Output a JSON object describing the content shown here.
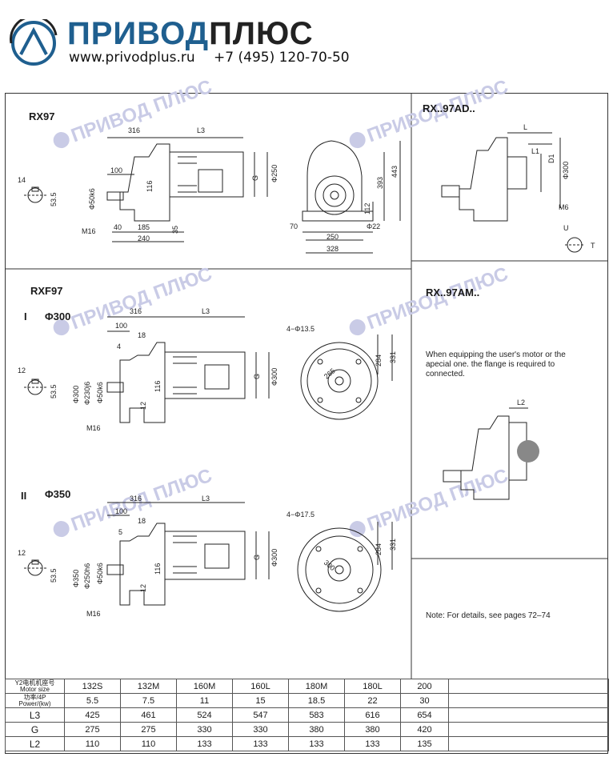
{
  "header": {
    "brand_part1": "ПРИВОД",
    "brand_part2": "ПЛЮС",
    "website": "www.privodplus.ru",
    "phone": "+7 (495) 120-70-50"
  },
  "watermark": "ПРИВОД ПЛЮС",
  "sections": {
    "rx97": {
      "title": "RX97"
    },
    "rx97ad": {
      "title": "RX..97AD.."
    },
    "rxf97": {
      "title": "RXF97",
      "variant1": "I",
      "variant1_flange": "Φ300",
      "variant2": "II",
      "variant2_flange": "Φ350"
    },
    "rx97am": {
      "title": "RX..97AM..",
      "note": "When equipping the user's motor or the apecial one. the flange is required to connected."
    },
    "footnote": "Note: For details, see pages 72–74"
  },
  "dims": {
    "rx97": [
      "316",
      "L3",
      "100",
      "Φ50k6",
      "116",
      "G",
      "Φ250",
      "40",
      "185",
      "240",
      "35",
      "M16",
      "14",
      "53.5",
      "443",
      "393",
      "112",
      "70",
      "Φ22",
      "250",
      "328"
    ],
    "rxf97_1": [
      "316",
      "L3",
      "100",
      "18",
      "4",
      "Φ300",
      "Φ230j6",
      "Φ50k6",
      "116",
      "12",
      "G",
      "Φ300",
      "M16",
      "12",
      "53.5",
      "4−Φ13.5",
      "265",
      "284",
      "331"
    ],
    "rxf97_2": [
      "316",
      "L3",
      "100",
      "18",
      "5",
      "Φ350",
      "Φ250h6",
      "Φ50k6",
      "116",
      "12",
      "G",
      "Φ300",
      "M16",
      "12",
      "53.5",
      "4−Φ17.5",
      "300",
      "284",
      "331"
    ],
    "rx97ad": [
      "L",
      "L1",
      "D1",
      "Φ300",
      "M6",
      "U",
      "T"
    ],
    "rx97am": [
      "L2"
    ]
  },
  "table": {
    "header_cn1": "Y2电机机座号",
    "header_en1": "Motor size",
    "header_cn2": "功率/4P",
    "header_en2": "Power/(kw)",
    "rows": [
      {
        "label": "",
        "values": [
          "132S",
          "132M",
          "160M",
          "160L",
          "180M",
          "180L",
          "200"
        ]
      },
      {
        "label": "",
        "values": [
          "5.5",
          "7.5",
          "11",
          "15",
          "18.5",
          "22",
          "30"
        ]
      },
      {
        "label": "L3",
        "values": [
          "425",
          "461",
          "524",
          "547",
          "583",
          "616",
          "654"
        ]
      },
      {
        "label": "G",
        "values": [
          "275",
          "275",
          "330",
          "330",
          "380",
          "380",
          "420"
        ]
      },
      {
        "label": "L2",
        "values": [
          "110",
          "110",
          "133",
          "133",
          "133",
          "133",
          "135"
        ]
      }
    ]
  }
}
